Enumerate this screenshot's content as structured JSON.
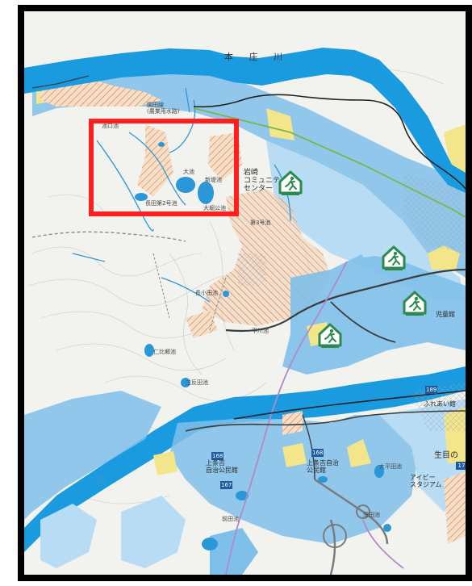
{
  "map": {
    "labels": {
      "river": "本 庄 川",
      "station": "園田線\n(農業用水路)",
      "community_center": "岩崎\nコミュニティ\nセンター",
      "fureai": "ふれあい館",
      "jichi_kaikan": "上条吉\n自治公民館",
      "jichi_kaikan2": "上条吉自治\n公民館",
      "ikime": "生目の",
      "stadium": "アイビー\nスタジアム",
      "jidoukan": "児童館",
      "pond_1": "池口池",
      "pond_2": "大池",
      "pond_3": "新堤池",
      "pond_4": "大堀公池",
      "pond_5": "長田第2号池",
      "pond_6": "第3号池",
      "pond_7": "長小田池",
      "pond_8": "仁比郷池",
      "pond_9": "三反田池",
      "pond_10": "平川池",
      "pond_11": "前田池",
      "pond_12": "大平田池",
      "pond_13": "深田池"
    },
    "route_badges": [
      "189",
      "168",
      "167",
      "168",
      "17"
    ],
    "shelter_count": 4,
    "highlight_color": "#ff1f1f",
    "colors": {
      "river": "#1a9be0",
      "flood_zone": "#7fc0ea",
      "flood_zone_light": "#b8dcf3",
      "hatch": "#d9773e",
      "yellow": "#f3e58a",
      "green_route": "#7ab648",
      "road_dark": "#3d3d3d",
      "shelter": "#2c8a4c",
      "background": "#f2f2ef"
    }
  }
}
